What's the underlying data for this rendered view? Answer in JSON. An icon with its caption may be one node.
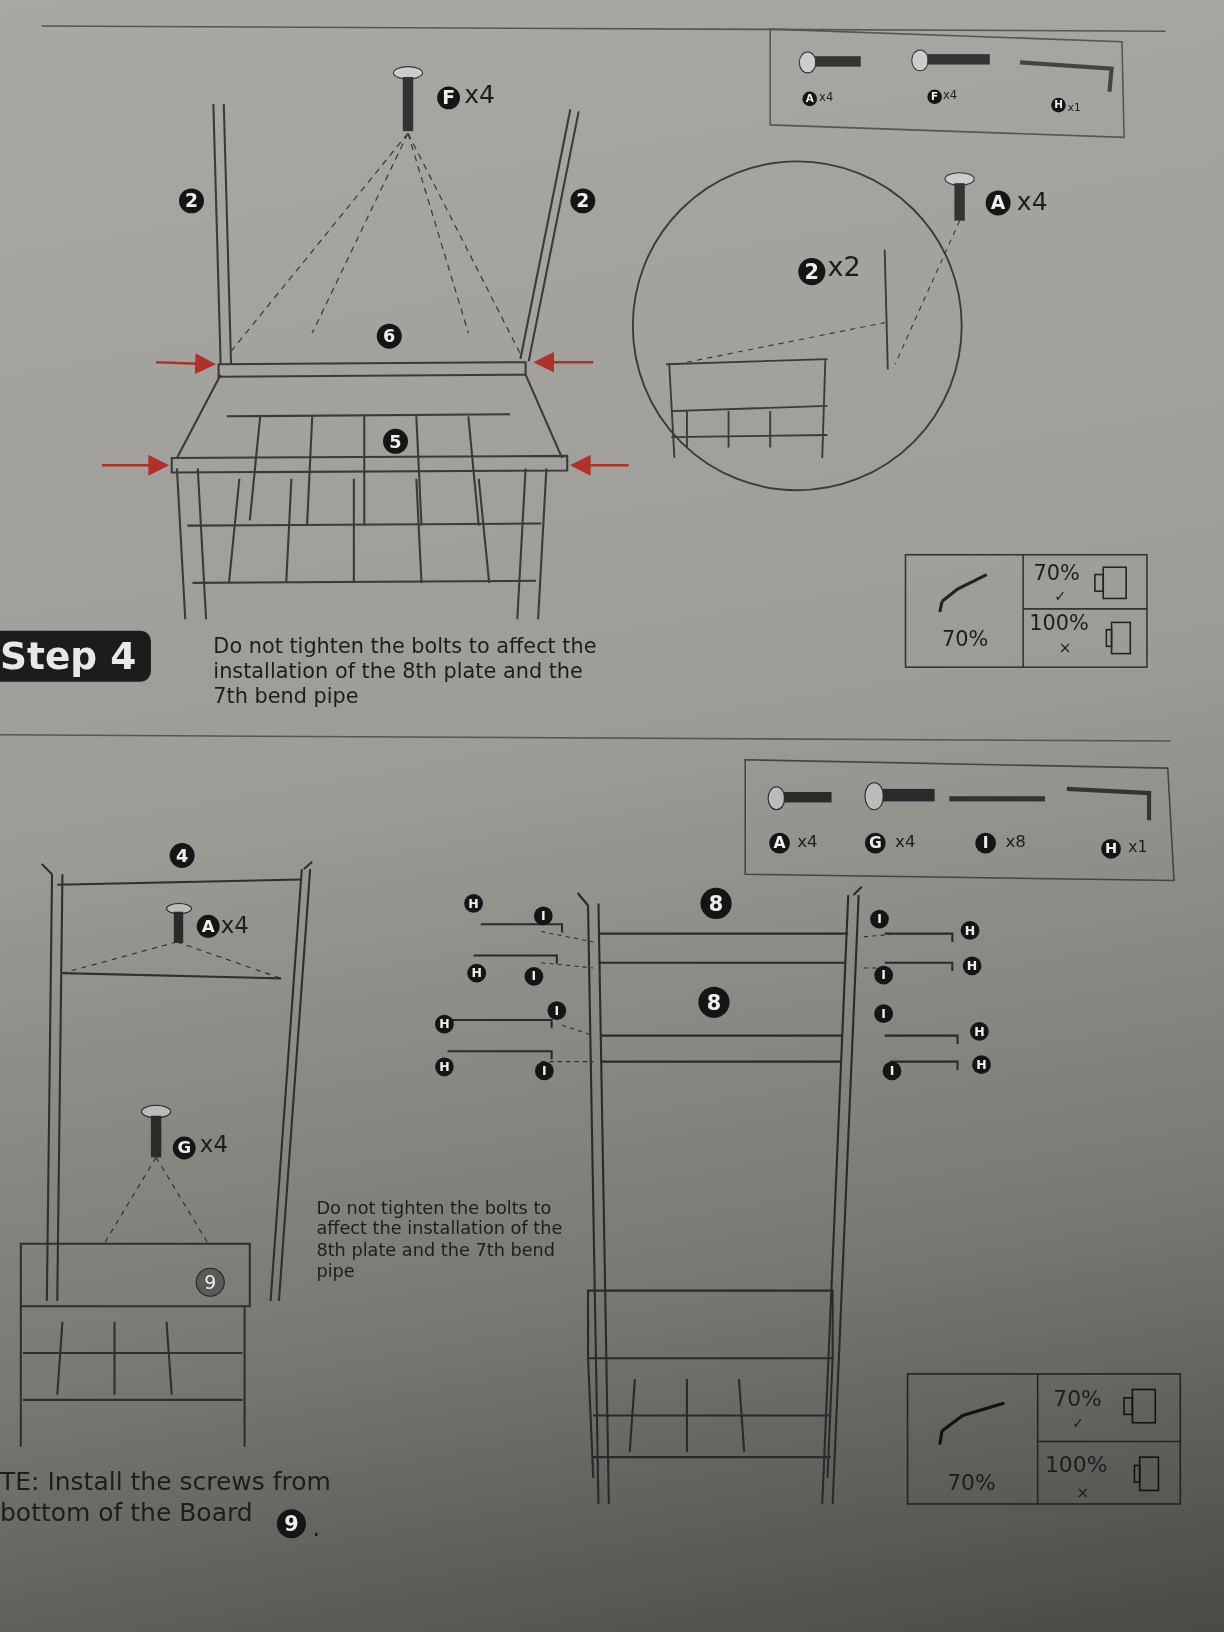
{
  "diagram": {
    "labels": [
      "F",
      "x4",
      "A",
      "x4",
      "F",
      "x4",
      "H",
      "x1",
      "2",
      "2",
      "A",
      "x4",
      "2",
      "x2",
      "6",
      "5",
      "70%",
      "✓",
      "100%",
      "×",
      "70%",
      "Step 4",
      "Do not tighten the bolts to affect the installation of the 8th plate and the 7th bend pipe",
      "A",
      "x4",
      "G",
      "x4",
      "I",
      "x8",
      "H",
      "x1",
      "4",
      "A",
      "x4",
      "H",
      "I",
      "8",
      "I",
      "H",
      "H",
      "I",
      "I",
      "H",
      "8",
      "H",
      "I",
      "I",
      "H",
      "H",
      "I",
      "I",
      "H",
      "G",
      "x4",
      "Do not tighten the bolts to affect the installation of the 8th plate and the 7th bend pipe",
      "9",
      "70%",
      "✓",
      "100%",
      "×",
      "70%",
      "TE: Install the screws from bottom of the Board",
      "9",
      "."
    ]
  }
}
